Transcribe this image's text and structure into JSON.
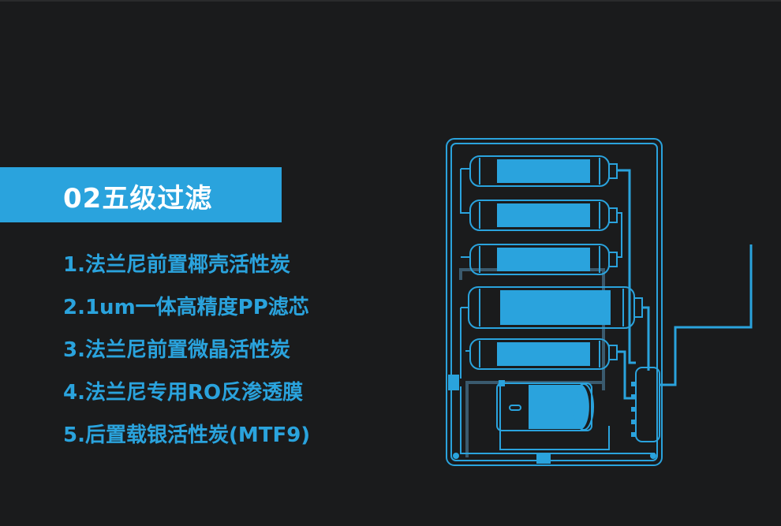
{
  "banner": {
    "title": "02五级过滤"
  },
  "stages": [
    "1.法兰尼前置椰壳活性炭",
    "2.1um一体高精度PP滤芯",
    "3.法兰尼前置微晶活性炭",
    "4.法兰尼专用RO反渗透膜",
    "5.后置载银活性炭(MTF9)"
  ],
  "colors": {
    "accent": "#2aa3dd",
    "background": "#1a1b1c",
    "text_on_accent": "#ffffff"
  },
  "icons": [
    "water-filter-diagram-icon"
  ]
}
